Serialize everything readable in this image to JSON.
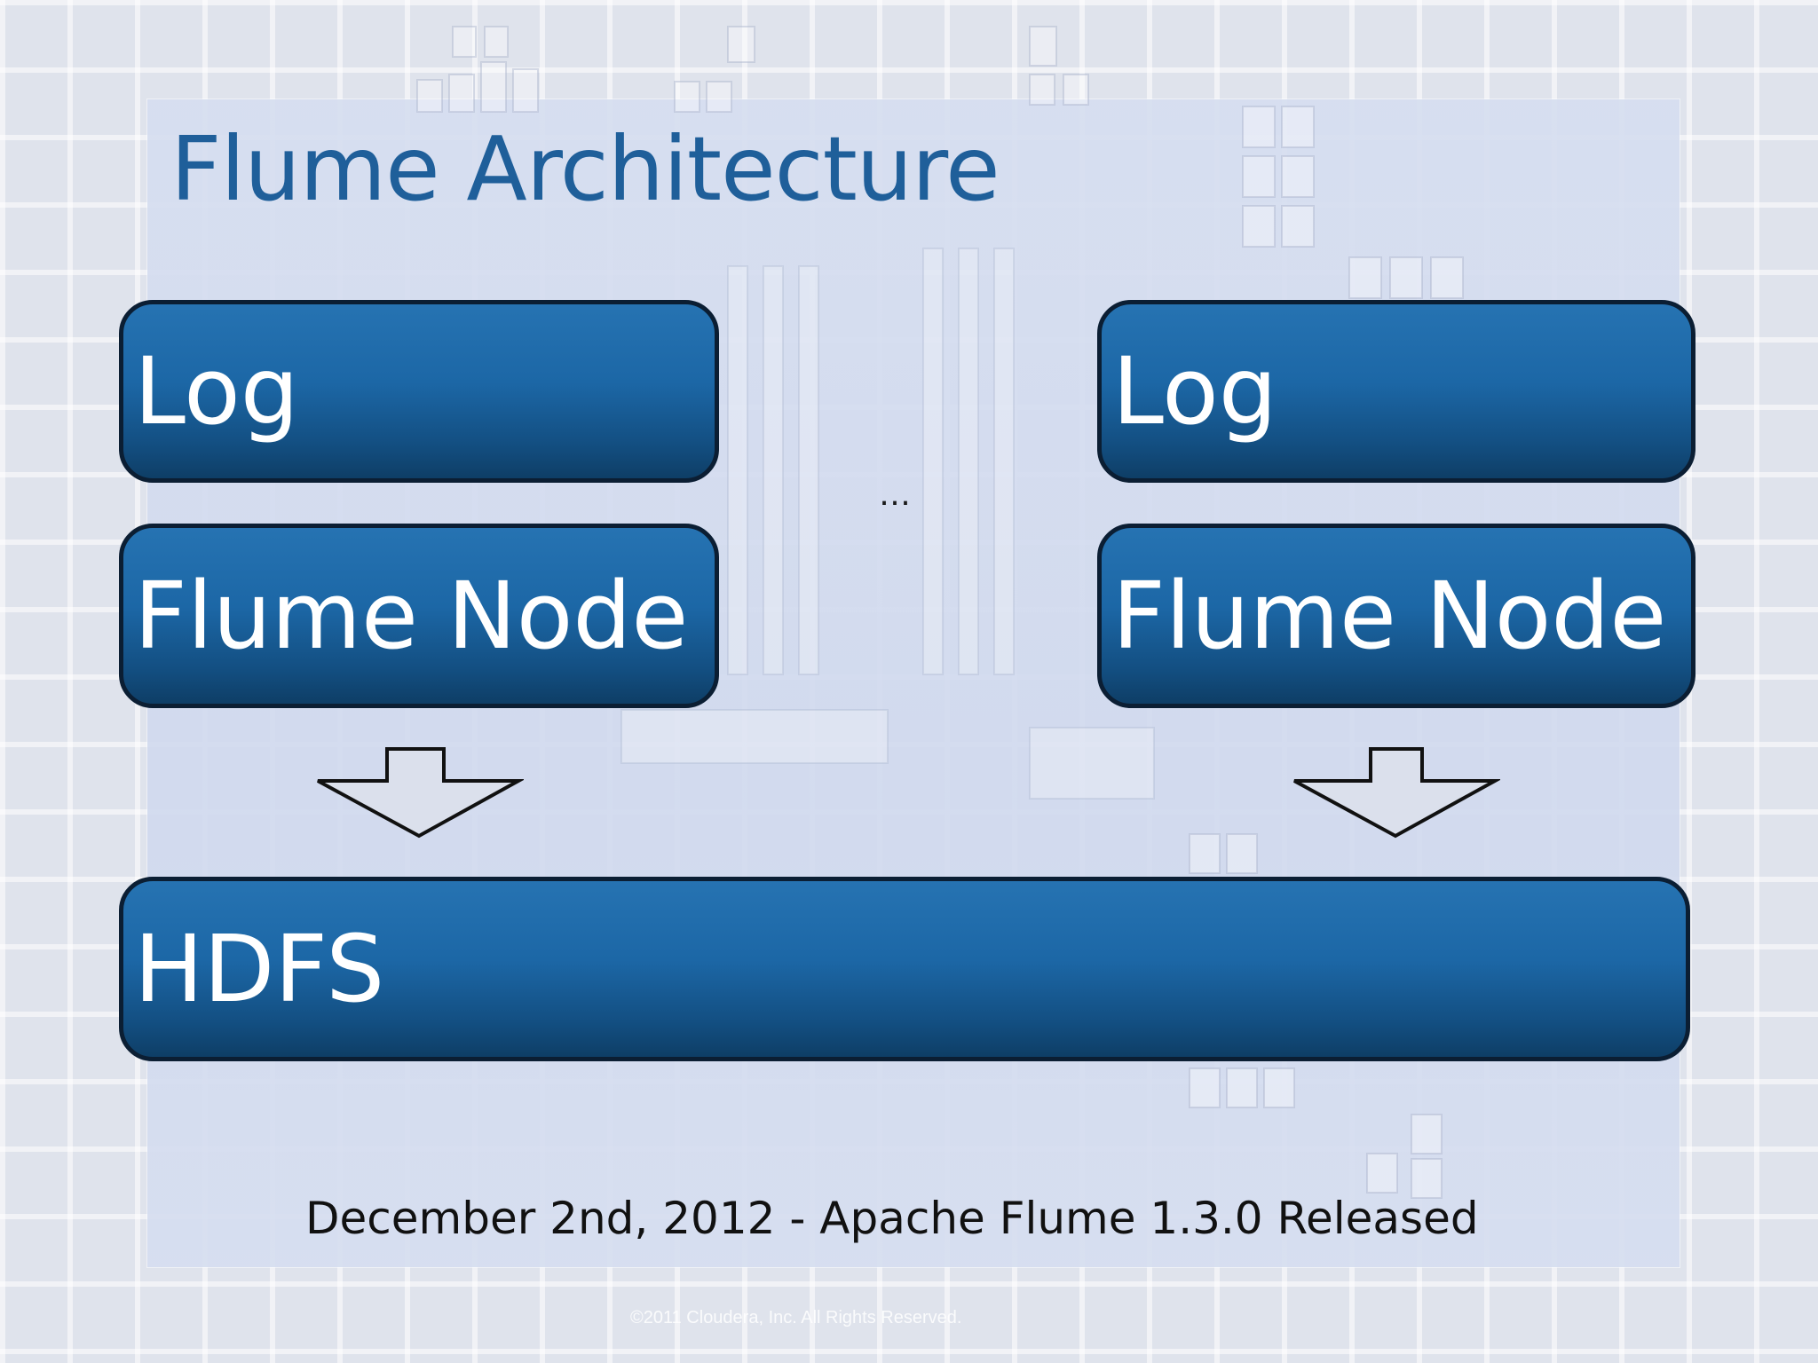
{
  "slide": {
    "title": "Flume Architecture",
    "left_column": {
      "log_label": "Log",
      "node_label": "Flume Node"
    },
    "right_column": {
      "log_label": "Log",
      "node_label": "Flume Node"
    },
    "separator": "…",
    "sink_label": "HDFS",
    "footer_text": "December 2nd, 2012 - Apache Flume 1.3.0 Released",
    "copyright": "©2011 Cloudera, Inc. All Rights Reserved."
  },
  "colors": {
    "title": "#1f5f9a",
    "box_fill": "#1c67a6",
    "box_border": "#0b1e33",
    "box_text": "#ffffff",
    "background": "#dfe3ec"
  },
  "icons": [
    "down-arrow-icon",
    "down-arrow-icon"
  ]
}
